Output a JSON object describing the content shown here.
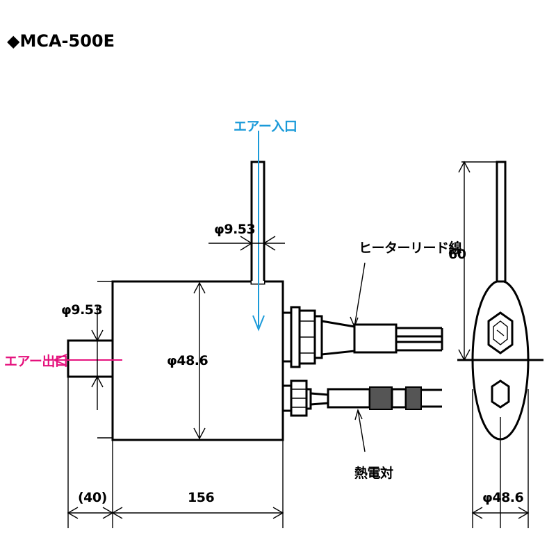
{
  "title": "◆MCA-500E",
  "labels": {
    "air_inlet": "エアー入口",
    "air_outlet": "エアー出口",
    "heater_lead": "ヒーターリード線",
    "thermocouple": "熱電対",
    "dia_inlet": "φ9.53",
    "dia_outlet": "φ9.53",
    "dia_body": "φ48.6",
    "dia_end": "φ48.6",
    "len_outlet": "(40)",
    "len_body": "156",
    "height": "60"
  },
  "colors": {
    "inlet": "#1a9ad9",
    "outlet": "#e5127d",
    "line": "#000000"
  }
}
